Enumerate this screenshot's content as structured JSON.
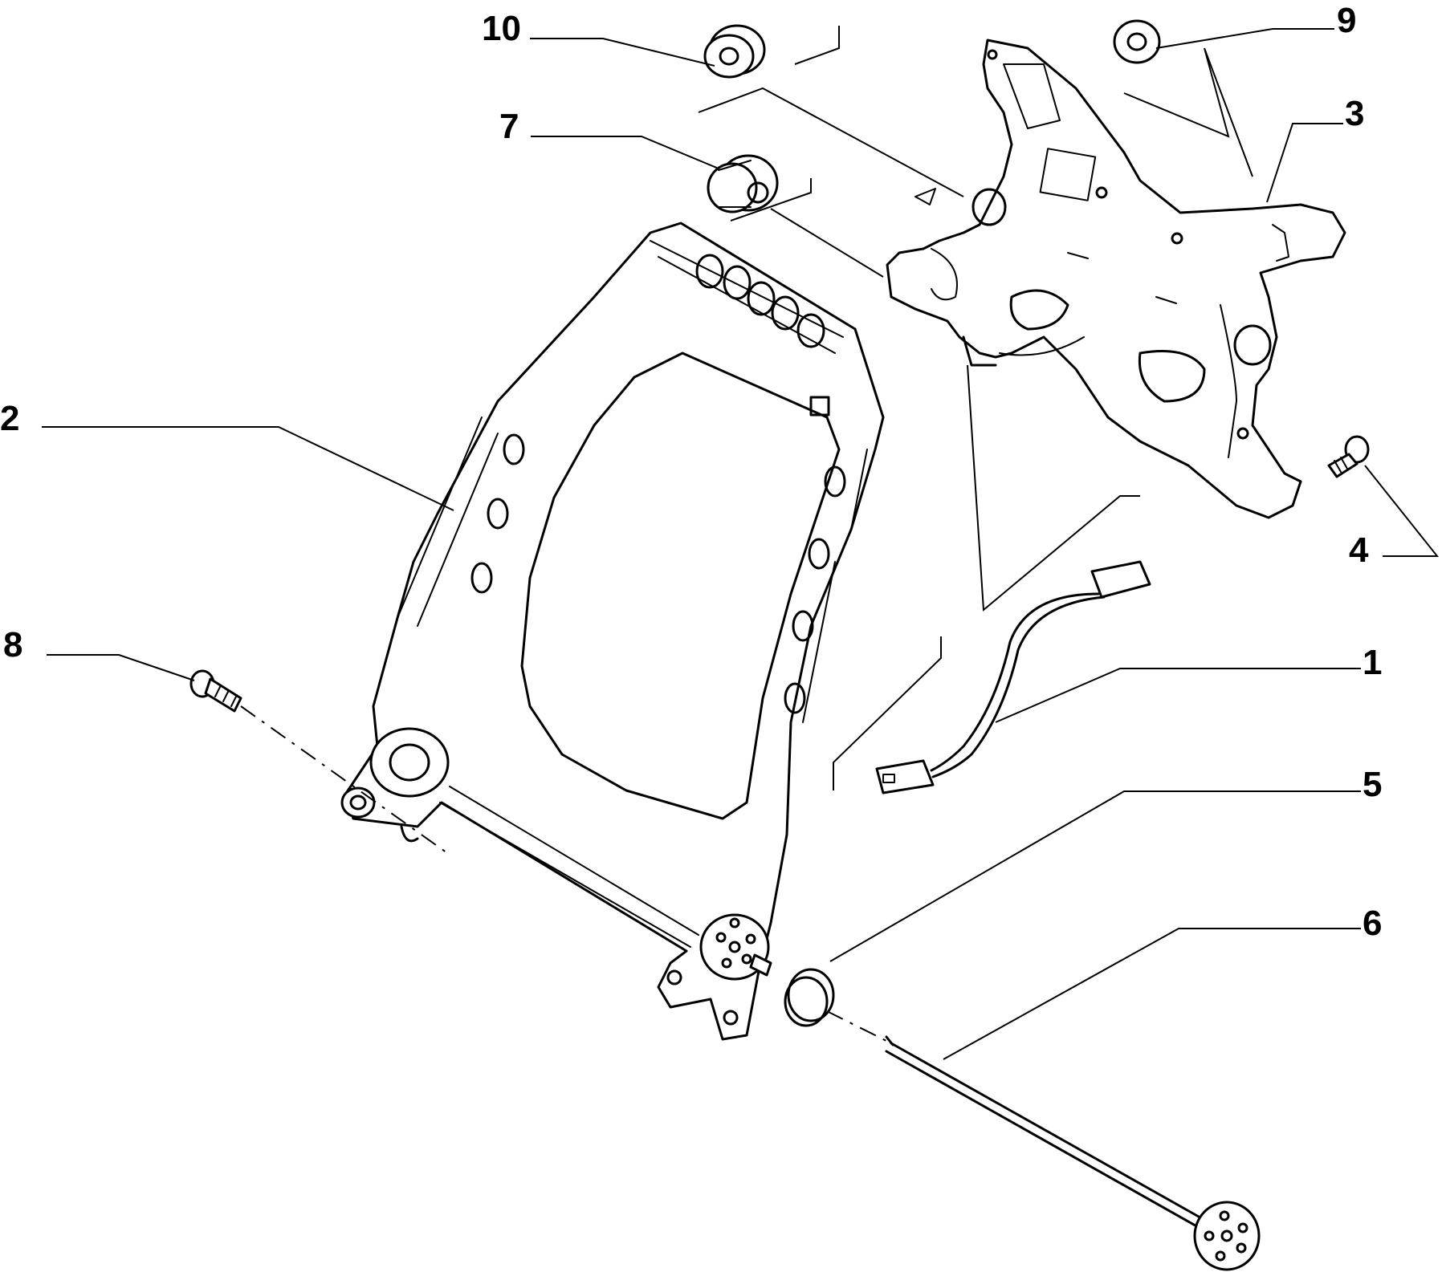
{
  "colors": {
    "ink": "#000000",
    "paper": "#ffffff"
  },
  "callouts": [
    {
      "id": "c1",
      "label": "1"
    },
    {
      "id": "c2",
      "label": "2"
    },
    {
      "id": "c3",
      "label": "3"
    },
    {
      "id": "c4",
      "label": "4"
    },
    {
      "id": "c5",
      "label": "5"
    },
    {
      "id": "c6",
      "label": "6"
    },
    {
      "id": "c7",
      "label": "7"
    },
    {
      "id": "c8",
      "label": "8"
    },
    {
      "id": "c9",
      "label": "9"
    },
    {
      "id": "c10",
      "label": "10"
    }
  ]
}
